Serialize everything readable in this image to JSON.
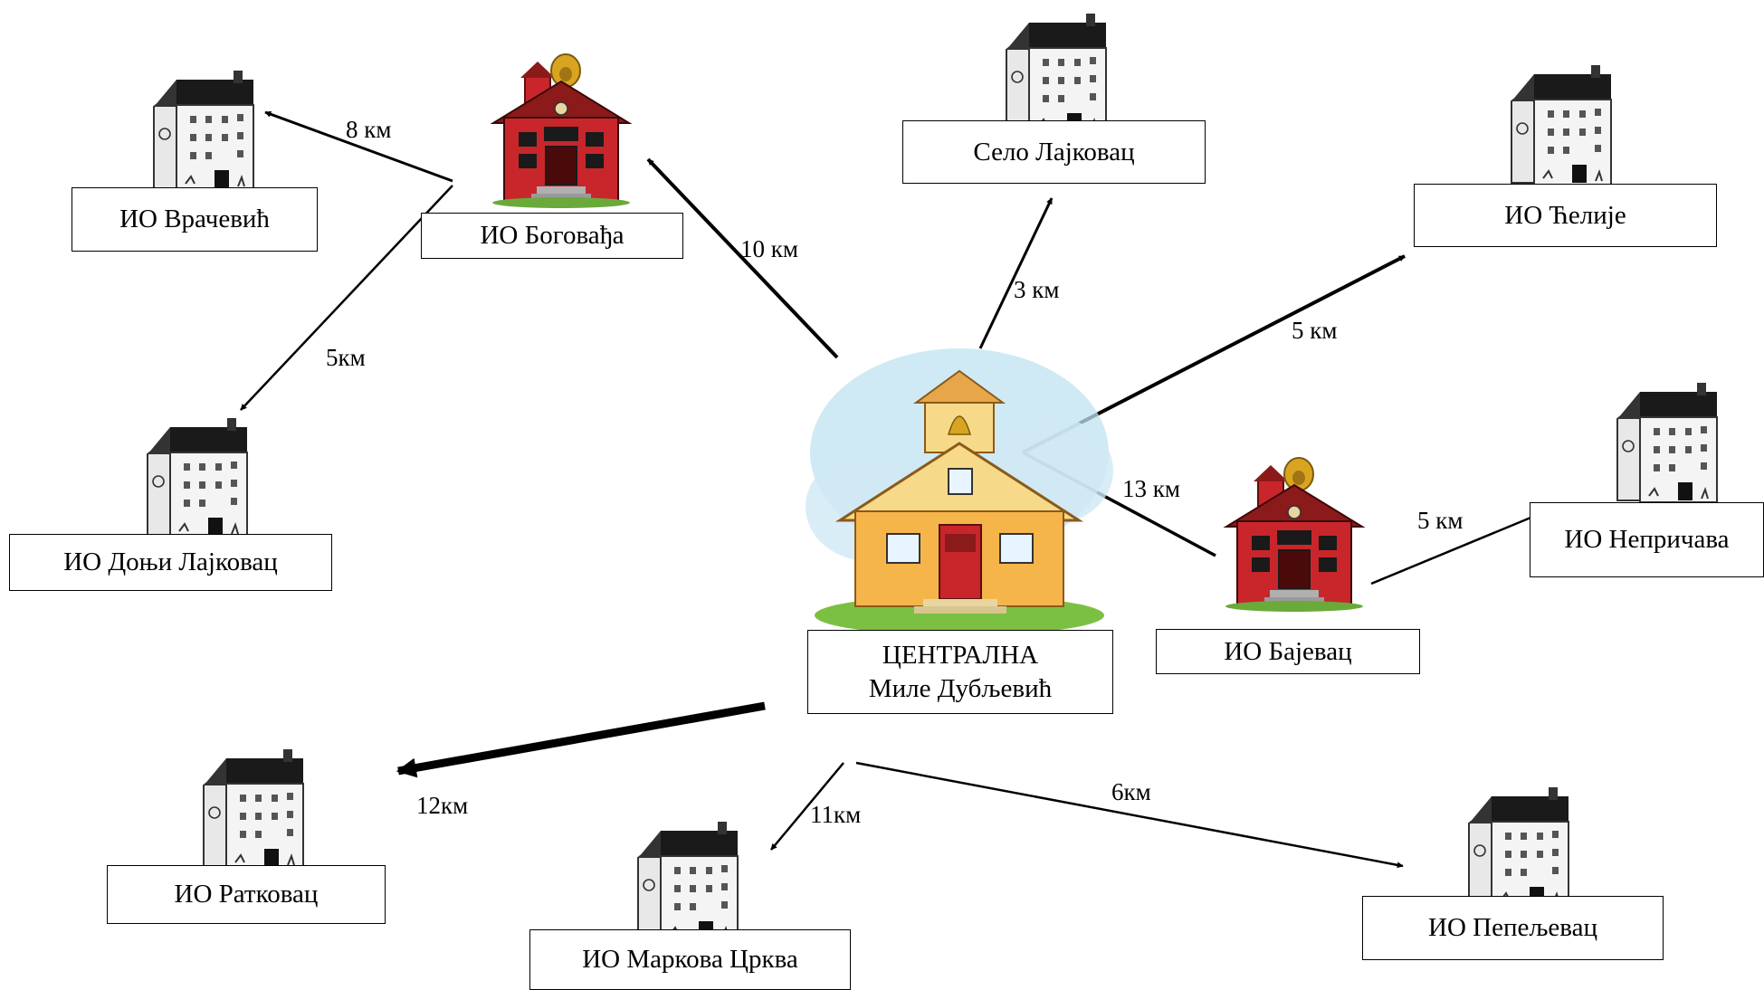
{
  "central": {
    "title": "ЦЕНТРАЛНА",
    "name": "Миле Дубљевић",
    "icon": "central-school-house-icon"
  },
  "units": [
    {
      "id": "vracevic",
      "label": "ИО Врачевић",
      "icon": "house-icon"
    },
    {
      "id": "bogovadja",
      "label": "ИО Боговађа",
      "icon": "red-school-bell-icon"
    },
    {
      "id": "selo-lajkovac",
      "label": "Село Лајковац",
      "icon": "house-icon"
    },
    {
      "id": "celije",
      "label": "ИО Ћелије",
      "icon": "house-icon"
    },
    {
      "id": "donji-lajkovac",
      "label": "ИО Доњи Лајковац",
      "icon": "house-icon"
    },
    {
      "id": "nepricava",
      "label": "ИО Непричава",
      "icon": "house-icon"
    },
    {
      "id": "bajevac",
      "label": "ИО Бајевац",
      "icon": "red-school-bell-icon"
    },
    {
      "id": "ratkovac",
      "label": "ИО Ратковац",
      "icon": "house-icon"
    },
    {
      "id": "markova-crkva",
      "label": "ИО Маркова Црква",
      "icon": "house-icon"
    },
    {
      "id": "pepeljevac",
      "label": "ИО Пепељевац",
      "icon": "house-icon"
    }
  ],
  "distances": [
    {
      "id": "d-vracevic",
      "text": "8 км"
    },
    {
      "id": "d-bogovadja",
      "text": "10 км"
    },
    {
      "id": "d-donji",
      "text": "5км"
    },
    {
      "id": "d-selo",
      "text": "3 км"
    },
    {
      "id": "d-celije",
      "text": "5 км"
    },
    {
      "id": "d-bajevac",
      "text": "13 км"
    },
    {
      "id": "d-nepricava",
      "text": "5 км"
    },
    {
      "id": "d-ratkovac",
      "text": "12км"
    },
    {
      "id": "d-markova",
      "text": "11км"
    },
    {
      "id": "d-pepeljevac",
      "text": "6км"
    }
  ],
  "colors": {
    "house_wall": "#f2f2f2",
    "house_roof": "#1a1a1a",
    "school_red": "#c8262b",
    "school_roof": "#8b1a1a",
    "bell_gold": "#d9a520",
    "central_wall": "#f5b54a",
    "central_roof": "#f7d98a",
    "sky": "#bfe3f2",
    "grass": "#7cc043"
  }
}
